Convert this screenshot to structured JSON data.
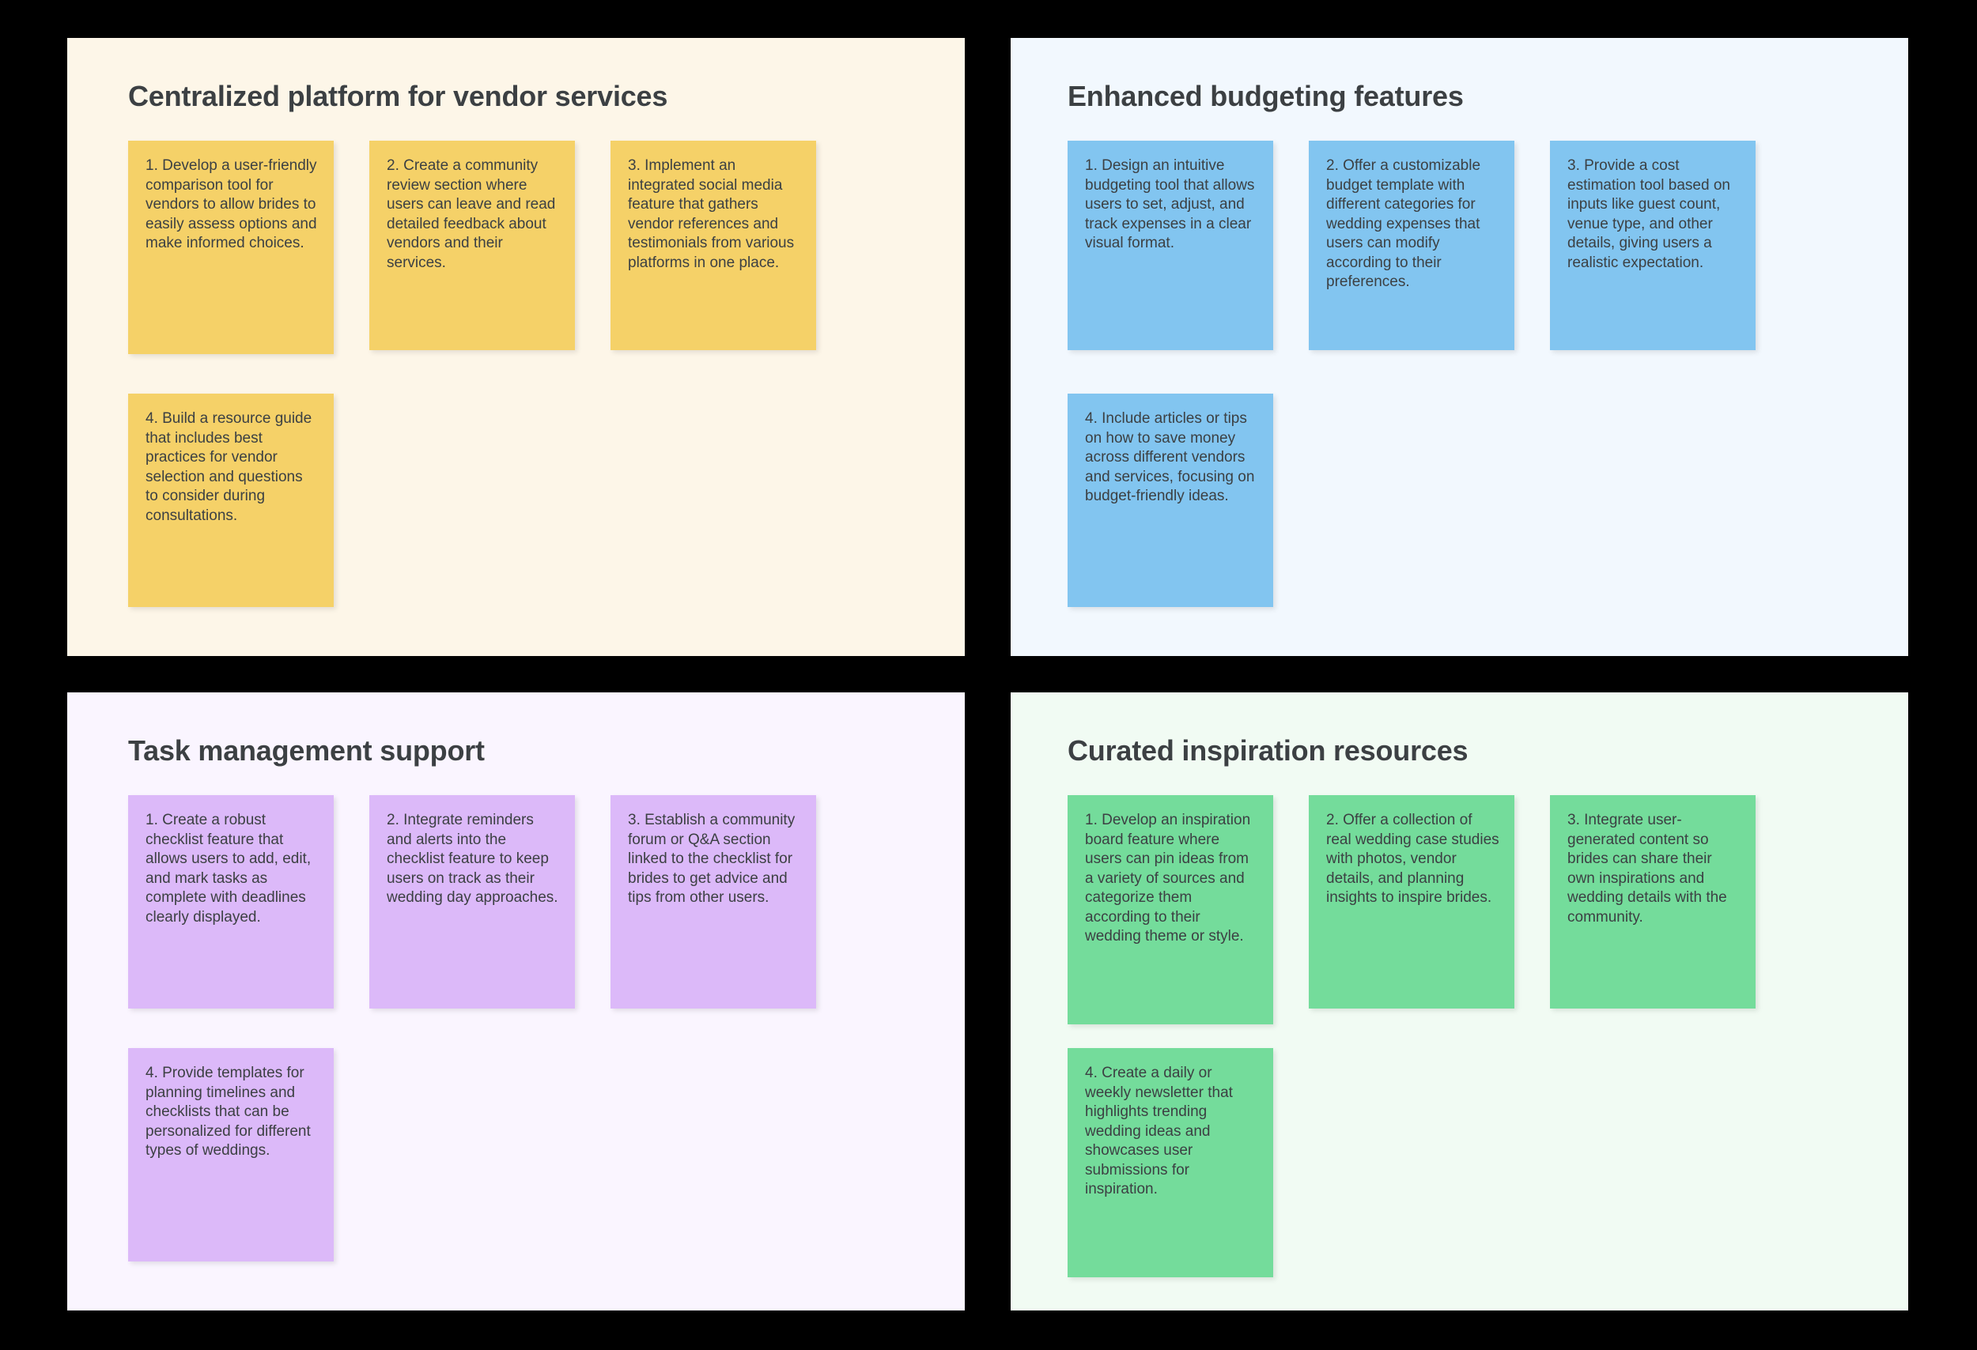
{
  "board": {
    "background_color": "#000000",
    "quadrants": [
      {
        "id": "vendor",
        "title": "Centralized platform for vendor services",
        "panel_color": "#fdf6e8",
        "note_color": "#f5d168",
        "notes": [
          {
            "text": "1. Develop a user-friendly comparison tool for vendors to allow brides to easily assess options and make informed choices."
          },
          {
            "text": "2. Create a community review section where users can leave and read detailed feedback about vendors and their services."
          },
          {
            "text": "3. Implement an integrated social media feature that gathers vendor references and testimonials from various platforms in one place."
          },
          {
            "text": "4. Build a resource guide that includes best practices for vendor selection and questions to consider during consultations."
          }
        ]
      },
      {
        "id": "budget",
        "title": "Enhanced budgeting features",
        "panel_color": "#f2f8fe",
        "note_color": "#82c5f0",
        "notes": [
          {
            "text": "1. Design an intuitive budgeting tool that allows users to set, adjust, and track expenses in a clear visual format."
          },
          {
            "text": "2. Offer a customizable budget template with different categories for wedding expenses that users can modify according to their preferences."
          },
          {
            "text": "3. Provide a cost estimation tool based on inputs like guest count, venue type, and other details, giving users a realistic expectation."
          },
          {
            "text": "4. Include articles or tips on how to save money across different vendors and services, focusing on budget-friendly ideas."
          }
        ]
      },
      {
        "id": "task",
        "title": "Task management support",
        "panel_color": "#faf5ff",
        "note_color": "#dcb9f9",
        "notes": [
          {
            "text": "1. Create a robust checklist feature that allows users to add, edit, and mark tasks as complete with deadlines clearly displayed."
          },
          {
            "text": "2. Integrate reminders and alerts into the checklist feature to keep users on track as their wedding day approaches."
          },
          {
            "text": "3. Establish a community forum or Q&A section linked to the checklist for brides to get advice and tips from other users."
          },
          {
            "text": "4. Provide templates for planning timelines and checklists that can be personalized for different types of weddings."
          }
        ]
      },
      {
        "id": "inspiration",
        "title": "Curated inspiration resources",
        "panel_color": "#f1fbf3",
        "note_color": "#74dc9b",
        "notes": [
          {
            "text": "1. Develop an inspiration board feature where users can pin ideas from a variety of sources and categorize them according to their wedding theme or style."
          },
          {
            "text": "2. Offer a collection of real wedding case studies with photos, vendor details, and planning insights to inspire brides."
          },
          {
            "text": "3. Integrate user-generated content so brides can share their own inspirations and wedding details with the community."
          },
          {
            "text": "4. Create a daily or weekly newsletter that highlights trending wedding ideas and showcases user submissions for inspiration."
          }
        ]
      }
    ]
  }
}
